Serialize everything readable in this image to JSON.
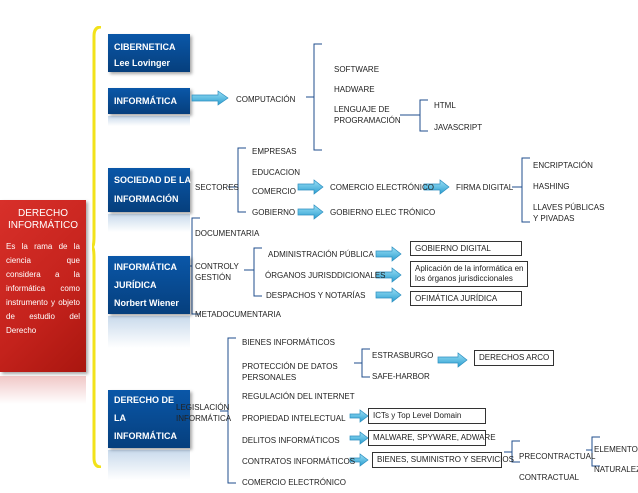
{
  "root": {
    "title": "DERECHO\nINFORMÁTICO",
    "description": "Es la rama de la ciencia que considera a la informática como instrumento y objeto de estudio del Derecho"
  },
  "branches": {
    "cibernetica": "CIBERNETICA",
    "lee": "Lee Lovinger",
    "informatica": "INFORMÁTICA",
    "sociedad1": "SOCIEDAD DE LA",
    "sociedad2": "INFORMACIÓN",
    "juridica1": "INFORMÁTICA",
    "juridica2": "JURÍDICA",
    "wiener": "Norbert Wiener",
    "derecho1": "DERECHO DE",
    "derecho2": "LA",
    "derecho3": "INFORMÁTICA"
  },
  "nodes": {
    "computacion": "COMPUTACIÓN",
    "software": "SOFTWARE",
    "hadware": "HADWARE",
    "lenguaje": "LENGUAJE DE\nPROGRAMACIÓN",
    "html": "HTML",
    "javascript": "JAVASCRIPT",
    "sectores": "SECTORES",
    "empresas": "EMPRESAS",
    "educacion": "EDUCACION",
    "comercio": "COMERCIO",
    "gobierno": "GOBIERNO",
    "comercio_e": "COMERCIO ELECTRÓNICO",
    "gobierno_e": "GOBIERNO ELEC TRÓNICO",
    "firma": "FIRMA DIGITAL",
    "encriptacion": "ENCRIPTACIÓN",
    "hashing": "HASHING",
    "llaves": "LLAVES PÚBLICAS\nY PIVADAS",
    "documentaria": "DOCUMENTARIA",
    "control": "CONTROLY\nGESTIÓN",
    "admin": "ADMINISTRACIÓN PÚBLICA",
    "organos": "ÓRGANOS JURISDDICIONALES",
    "despachos": "DESPACHOS Y NOTARÍAS",
    "gob_digital": "GOBIERNO DIGITAL",
    "aplicacion": "Aplicación de la informática en\nlos órganos jurisdiccionales",
    "ofimatica": "OFIMÁTICA JURÍDICA",
    "metadoc": "METADOCUMENTARIA",
    "legislacion": "LEGISLACIÓN\nINFORMÁTICA",
    "bienes": "BIENES INFORMÁTICOS",
    "proteccion": "PROTECCIÓN DE DATOS\nPERSONALES",
    "estrasburgo": "ESTRASBURGO",
    "safe": "SAFE-HARBOR",
    "arco": "DERECHOS ARCO",
    "regulacion": "REGULACIÓN DEL INTERNET",
    "propiedad": "PROPIEDAD INTELECTUAL",
    "icts": "ICTs y Top Level Domain",
    "delitos": "DELITOS INFORMÁTICOS",
    "malware": "MALWARE, SPYWARE, ADWARE",
    "contratos": "CONTRATOS INFORMÁTICOS",
    "bienes_sum": "BIENES, SUMINISTRO Y SERVICIOS",
    "precontractual": "PRECONTRACTUAL",
    "contractual": "CONTRACTUAL",
    "elementos": "ELEMENTOS",
    "naturaleza": "NATURALEZA",
    "comercio_elec": "COMERCIO ELECTRÓNICO"
  },
  "colors": {
    "red": "#c4221c",
    "blue": "#063f7d",
    "brace": "#f2e21a",
    "arrow": "#49b8e0"
  }
}
